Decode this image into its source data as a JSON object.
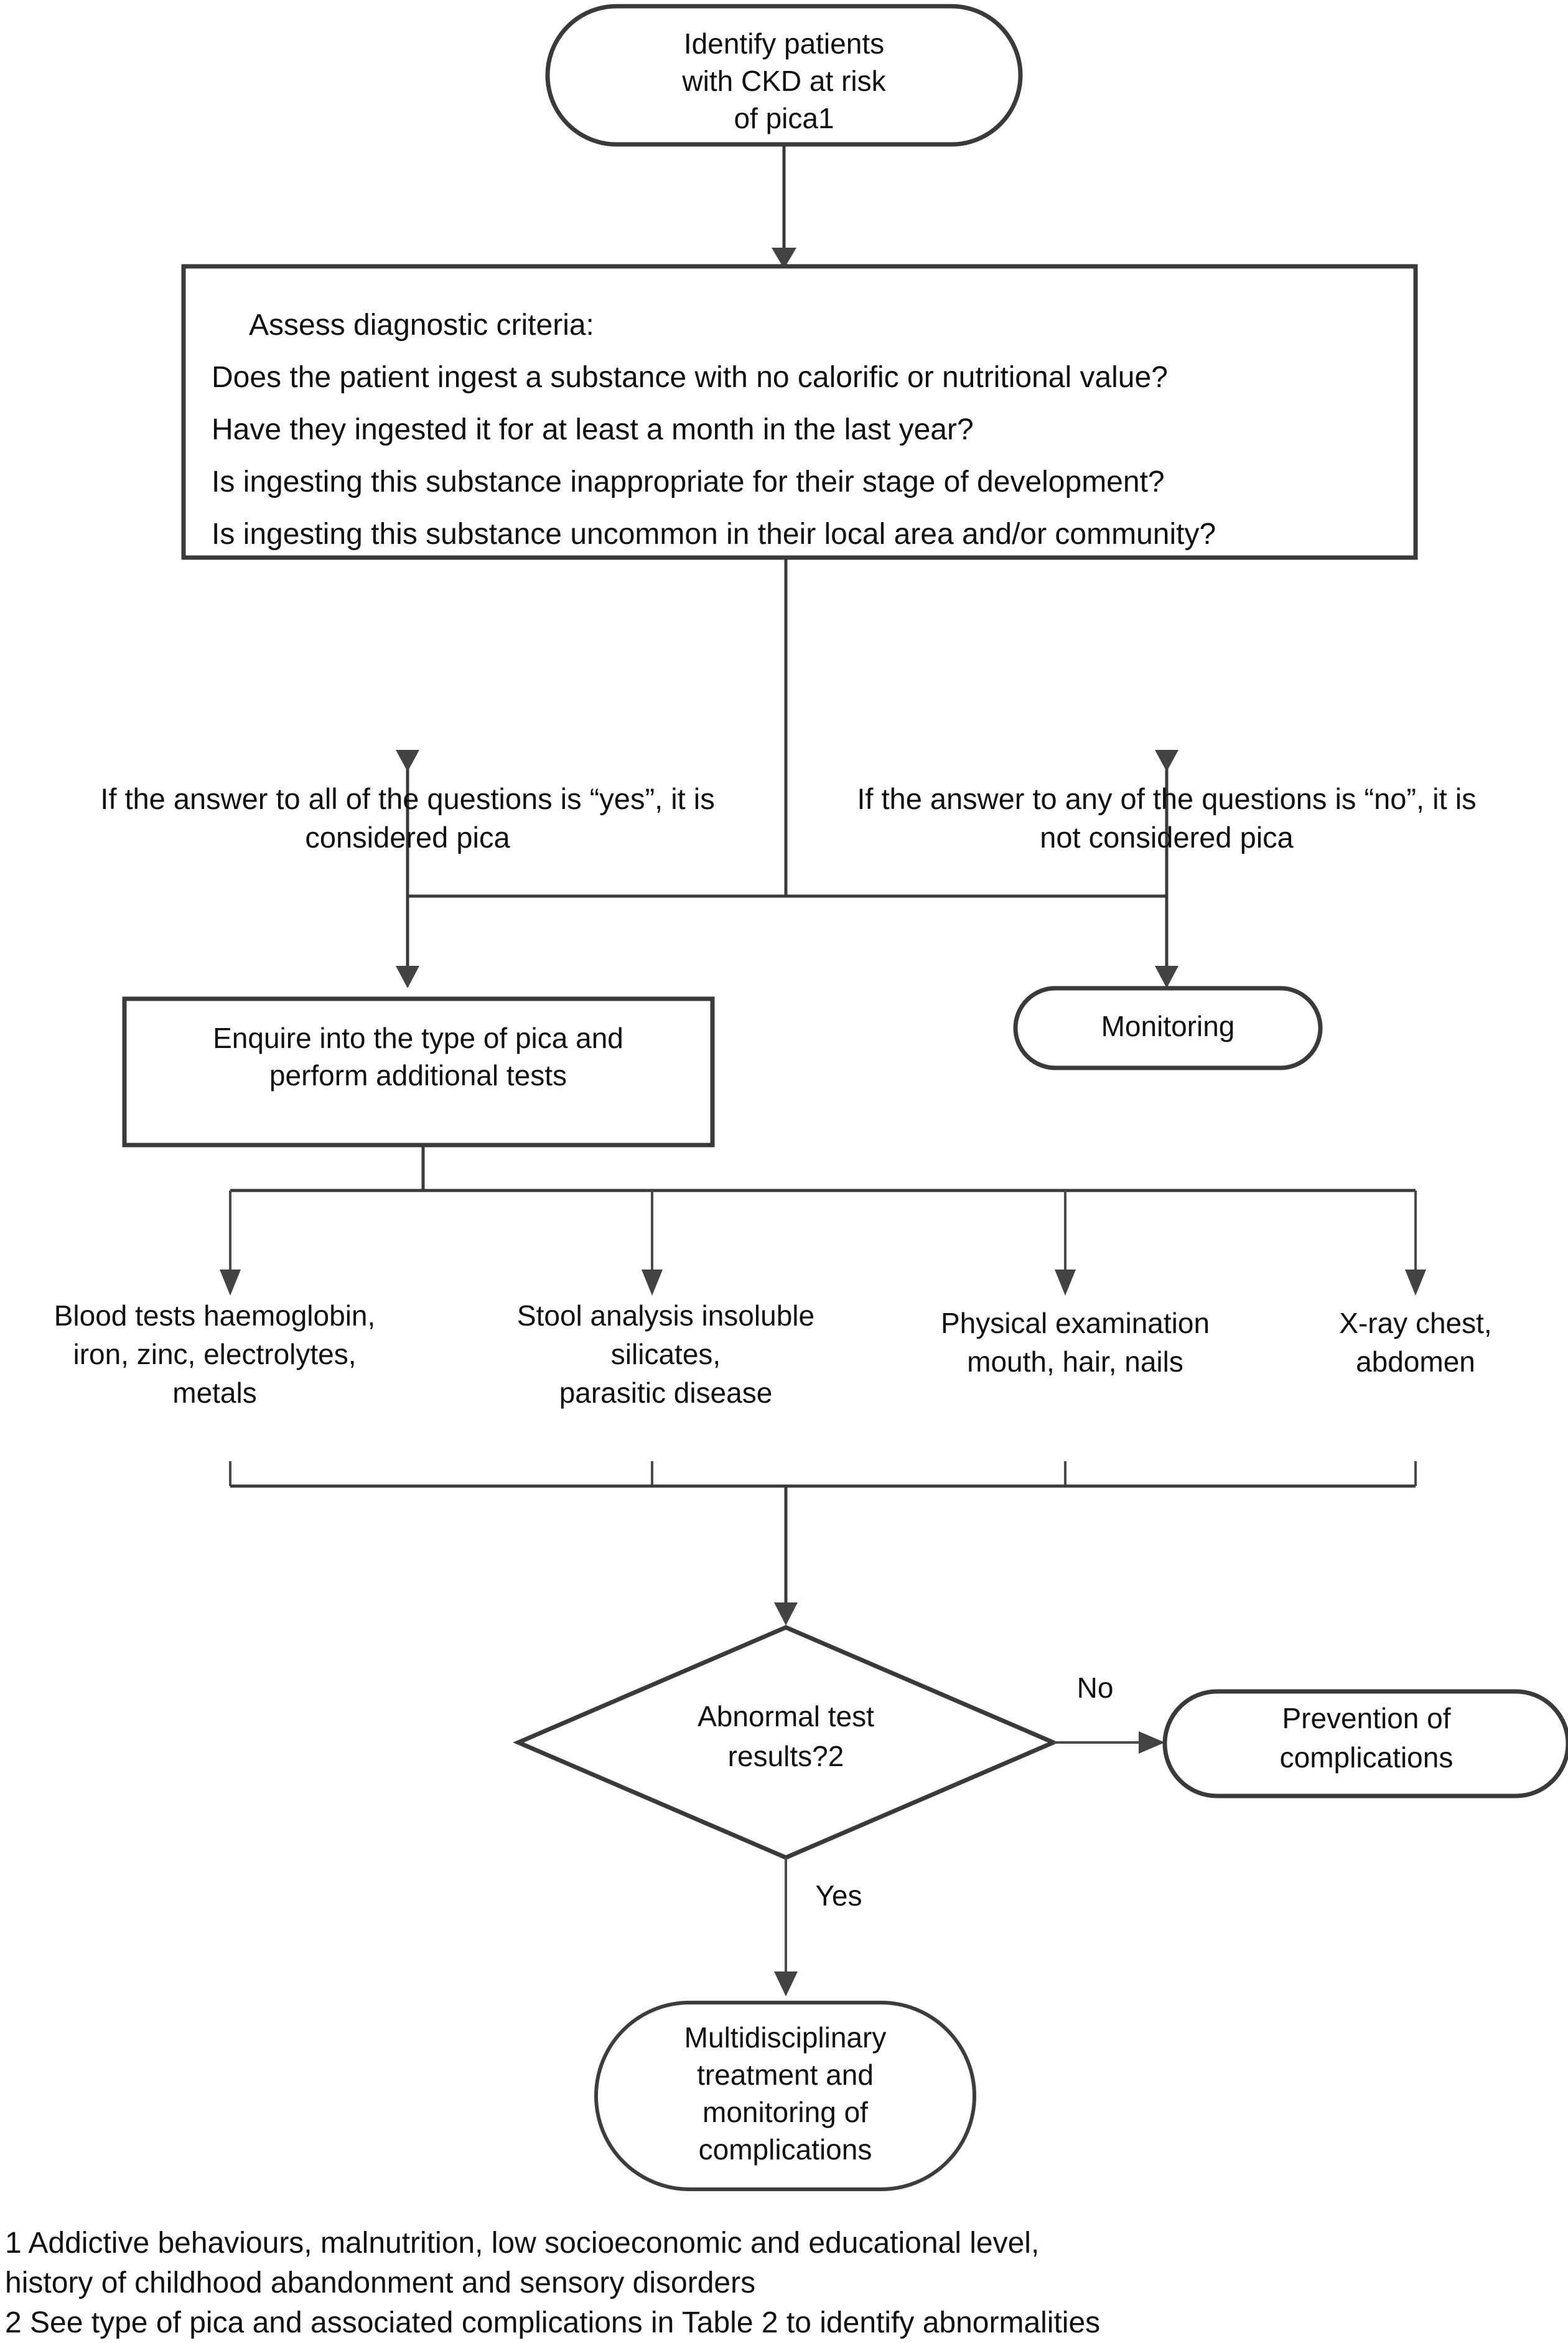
{
  "diagram": {
    "title": "Pica diagnosis and management flowchart in CKD patients",
    "colors": {
      "stroke": "#3a3a3c",
      "text": "#101012",
      "background": "#ffffff"
    }
  },
  "nodes": {
    "start": {
      "shape": "rounded-terminator",
      "lines": [
        "Identify patients",
        "with CKD at risk",
        "of pica1"
      ]
    },
    "criteria": {
      "shape": "rectangle",
      "heading": "Assess diagnostic criteria:",
      "questions": [
        "Does the patient ingest a substance with no calorific or nutritional value?",
        "Have they ingested it for at least a month in the last year?",
        "Is ingesting this substance inappropriate for their stage of development?",
        "Is ingesting this substance uncommon in their local area and/or community?"
      ]
    },
    "branch_yes": {
      "shape": "text",
      "lines": [
        "If the answer to all of the questions is “yes”, it is",
        "considered pica"
      ]
    },
    "branch_no": {
      "shape": "text",
      "lines": [
        "If the answer to any of the questions is “no”, it is",
        "not considered pica"
      ]
    },
    "enquire": {
      "shape": "rectangle",
      "lines": [
        "Enquire into the type of pica and",
        "perform additional tests"
      ]
    },
    "monitoring": {
      "shape": "rounded-terminator",
      "lines": [
        "Monitoring"
      ]
    },
    "decision": {
      "shape": "diamond",
      "lines": [
        "Abnormal test",
        "results?2"
      ]
    },
    "prevention": {
      "shape": "rounded-terminator",
      "lines": [
        "Prevention of",
        "complications"
      ]
    },
    "multidisciplinary": {
      "shape": "rounded-terminator",
      "lines": [
        "Multidisciplinary",
        "treatment and",
        "monitoring of",
        "complications"
      ]
    }
  },
  "tests": [
    {
      "lines": [
        "Blood tests haemoglobin,",
        "iron, zinc, electrolytes,",
        "metals"
      ]
    },
    {
      "lines": [
        "Stool analysis insoluble",
        "silicates,",
        "parasitic disease"
      ]
    },
    {
      "lines": [
        "Physical examination",
        "mouth, hair, nails"
      ]
    },
    {
      "lines": [
        "X-ray chest,",
        "abdomen"
      ]
    }
  ],
  "edge_labels": {
    "no": "No",
    "yes": "Yes"
  },
  "footnotes": [
    "1 Addictive behaviours, malnutrition, low socioeconomic and educational level,",
    "history of childhood abandonment and sensory disorders",
    "2 See type of pica and associated complications in Table 2 to identify abnormalities"
  ]
}
